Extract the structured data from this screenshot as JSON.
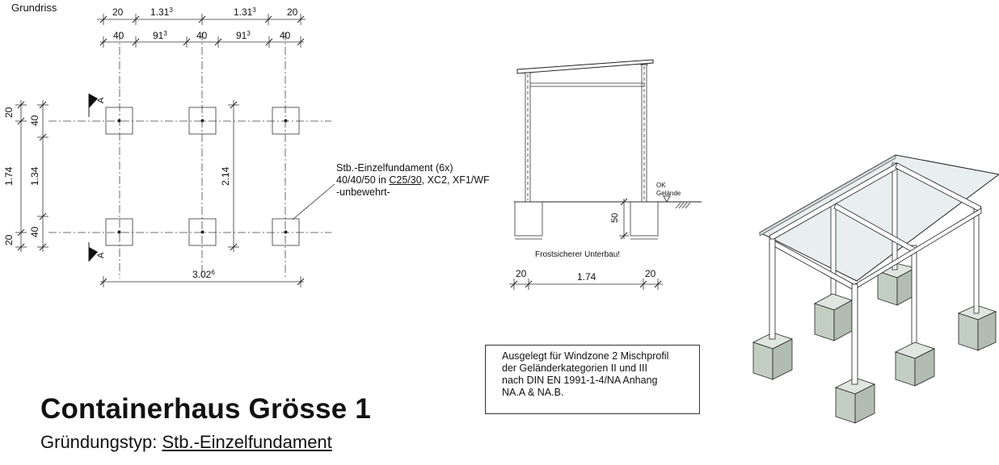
{
  "plan": {
    "label": "Grundriss",
    "dims_top_outer": [
      {
        "base": "20",
        "sup": ""
      },
      {
        "base": "1.31",
        "sup": "3"
      },
      {
        "base": "1.31",
        "sup": "3"
      },
      {
        "base": "20",
        "sup": ""
      }
    ],
    "dims_top_inner": [
      {
        "base": "40",
        "sup": ""
      },
      {
        "base": "91",
        "sup": "3"
      },
      {
        "base": "40",
        "sup": ""
      },
      {
        "base": "91",
        "sup": "3"
      },
      {
        "base": "40",
        "sup": ""
      }
    ],
    "dims_left_outer": [
      "20",
      "1.74",
      "20"
    ],
    "dims_left_inner": [
      "40",
      "1.34",
      "40"
    ],
    "dim_inner_vertical": "2.14",
    "dim_bottom": {
      "base": "3.02",
      "sup": "6"
    },
    "section_marker": "A",
    "footing_count": 6
  },
  "callout": {
    "line1": "Stb.-Einzelfundament (6x)",
    "line2_pre": "40/40/50 in ",
    "line2_concrete": "C25/30,",
    "line2_post": " XC2, XF1/WF",
    "line3": "-unbewehrt-"
  },
  "section": {
    "ground_label_line1": "OK",
    "ground_label_line2": "Gelände",
    "footing_depth": "50",
    "note": "Frostsicherer Unterbau!",
    "dims_bottom": [
      "20",
      "1.74",
      "20"
    ]
  },
  "info_box": {
    "lines": [
      "Ausgelegt für Windzone 2 Mischprofil",
      "der Geländerkategorien II und III",
      "nach DIN EN 1991-1-4/NA Anhang",
      "NA.A & NA.B."
    ]
  },
  "title": "Containerhaus Grösse 1",
  "subtitle": {
    "prefix": "Gründungstyp: ",
    "value": "Stb.-Einzelfundament"
  },
  "colors": {
    "line": "#222222",
    "footing_3d": "#c8d3c8",
    "roof_3d": "#e9eeee"
  }
}
